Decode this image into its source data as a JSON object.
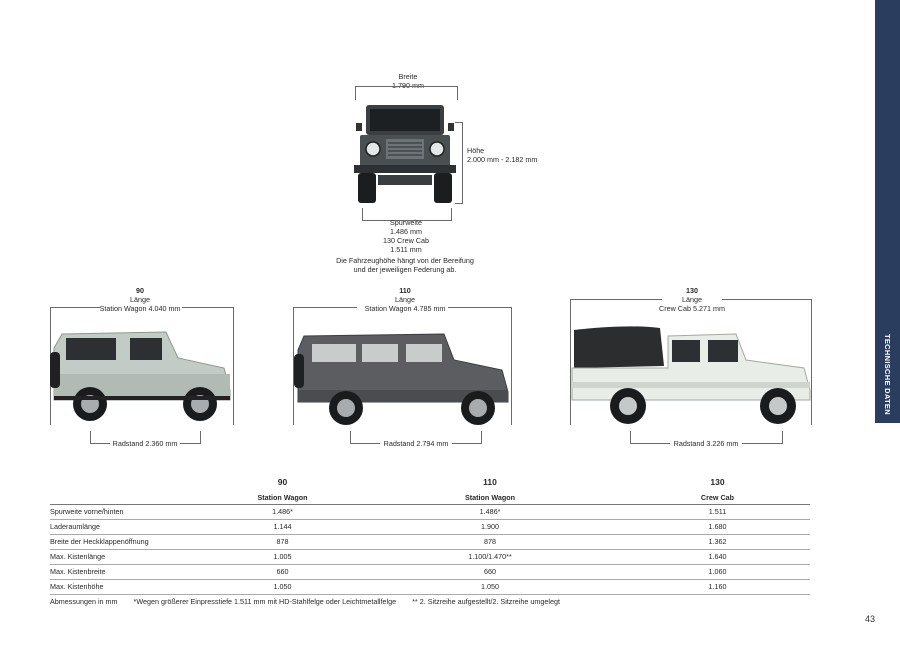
{
  "side_tab": {
    "label": "TECHNISCHE DATEN",
    "color": "#2a3d5e"
  },
  "front_view": {
    "width_label": "Breite",
    "width_value": "1.790 mm",
    "height_label": "Höhe",
    "height_value": "2.000 mm - 2.182 mm",
    "track_label": "Spurweite",
    "track_value": "1.486 mm",
    "track_130_label": "130 Crew Cab",
    "track_130_value": "1.511 mm",
    "note_line1": "Die Fahrzeughöhe hängt von der Bereifung",
    "note_line2": "und der jeweiligen Federung ab."
  },
  "side_views": [
    {
      "model": "90",
      "length_label": "Länge",
      "length_value": "Station Wagon 4.040 mm",
      "wheelbase": "Radstand 2.360 mm",
      "body_color": "#c3cbc6"
    },
    {
      "model": "110",
      "length_label": "Länge",
      "length_value": "Station Wagon 4.785 mm",
      "wheelbase": "Radstand 2.794 mm",
      "body_color": "#5b5d60"
    },
    {
      "model": "130",
      "length_label": "Länge",
      "length_value": "Crew Cab 5.271 mm",
      "wheelbase": "Radstand 3.226 mm",
      "body_color": "#e8ede7"
    }
  ],
  "table": {
    "models": [
      "90",
      "110",
      "130"
    ],
    "variants": [
      "Station Wagon",
      "Station Wagon",
      "Crew Cab"
    ],
    "rows": [
      {
        "label": "Spurweite vorne/hinten",
        "values": [
          "1.486*",
          "1.486*",
          "1.511"
        ]
      },
      {
        "label": "Laderaumlänge",
        "values": [
          "1.144",
          "1.900",
          "1.680"
        ]
      },
      {
        "label": "Breite der Heckklappenöffnung",
        "values": [
          "878",
          "878",
          "1.362"
        ]
      },
      {
        "label": "Max. Kistenlänge",
        "values": [
          "1.005",
          "1.100/1.470**",
          "1.640"
        ]
      },
      {
        "label": "Max. Kistenbreite",
        "values": [
          "660",
          "660",
          "1.060"
        ]
      },
      {
        "label": "Max. Kistenhöhe",
        "values": [
          "1.050",
          "1.050",
          "1.160"
        ]
      }
    ]
  },
  "footnotes": {
    "unit": "Abmessungen in mm",
    "star": "*Wegen größerer Einpresstiefe 1.511 mm mit HD-Stahlfelge oder Leichtmetallfelge",
    "double_star": "** 2. Sitzreihe aufgestellt/2. Sitzreihe umgelegt"
  },
  "page_number": "43"
}
